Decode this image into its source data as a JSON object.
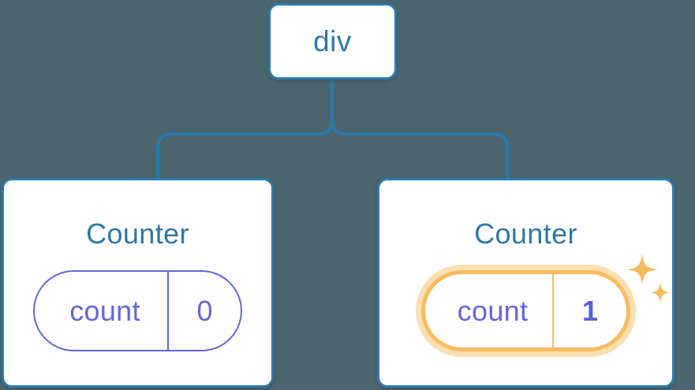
{
  "diagram": {
    "type": "component-tree",
    "background_color": "#4c6670",
    "node_border_color": "#2b7bad",
    "title_color": "#2f77a8",
    "state_color": "#6366d8",
    "highlight_color": "#f7bc5f",
    "highlight_glow_color": "#fcdfb0",
    "connector_color": "#2b7bad"
  },
  "root": {
    "label": "div"
  },
  "children": [
    {
      "title": "Counter",
      "state": {
        "key": "count",
        "value": "0",
        "highlighted": false
      }
    },
    {
      "title": "Counter",
      "state": {
        "key": "count",
        "value": "1",
        "highlighted": true
      },
      "sparkle": {
        "name": "sparkle-icon",
        "count": 2,
        "color": "#f7bc5f"
      }
    }
  ]
}
